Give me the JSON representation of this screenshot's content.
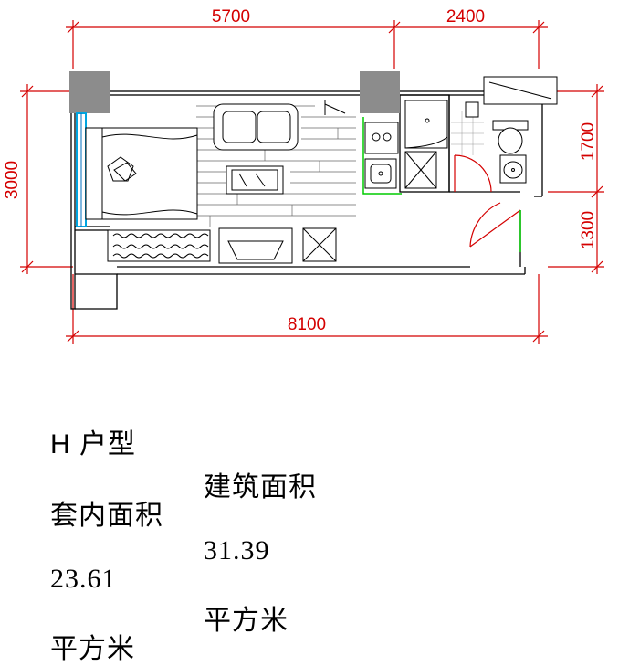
{
  "dimensions": {
    "top_left": "5700",
    "top_right": "2400",
    "left": "3000",
    "right_upper": "1700",
    "right_lower": "1300",
    "bottom": "8100"
  },
  "caption": {
    "unit_type": "H 户型",
    "inner_area_label": "套内面积",
    "inner_area_value": "23.61",
    "building_area_label": "建筑面积",
    "building_area_value": "31.39",
    "area_unit": "平方米"
  }
}
